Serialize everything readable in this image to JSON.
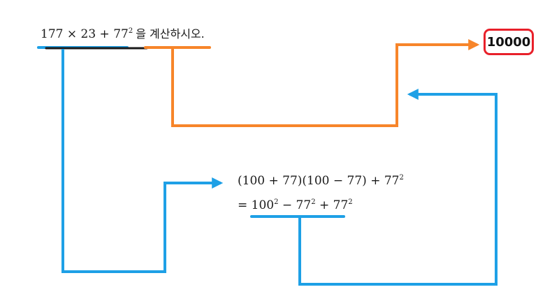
{
  "problem": {
    "expression": {
      "a": "177",
      "times": " × ",
      "b": "23",
      "plus": " + ",
      "c": "77",
      "exp": "2"
    },
    "instruction": "을  계산하시오."
  },
  "steps": {
    "line1": {
      "part1": "(100 + 77)(100 − 77) + 77",
      "exp": "2"
    },
    "line2": {
      "eq": "= ",
      "t1": "100",
      "e1": "2",
      "minus": " − ",
      "t2": "77",
      "e2": "2",
      "plus": " + ",
      "t3": "77",
      "e3": "2"
    }
  },
  "answer": "10000",
  "colors": {
    "blue": "#1ea0e6",
    "orange": "#f7852a",
    "dark": "#1a1a1a",
    "red": "#e8202a"
  }
}
